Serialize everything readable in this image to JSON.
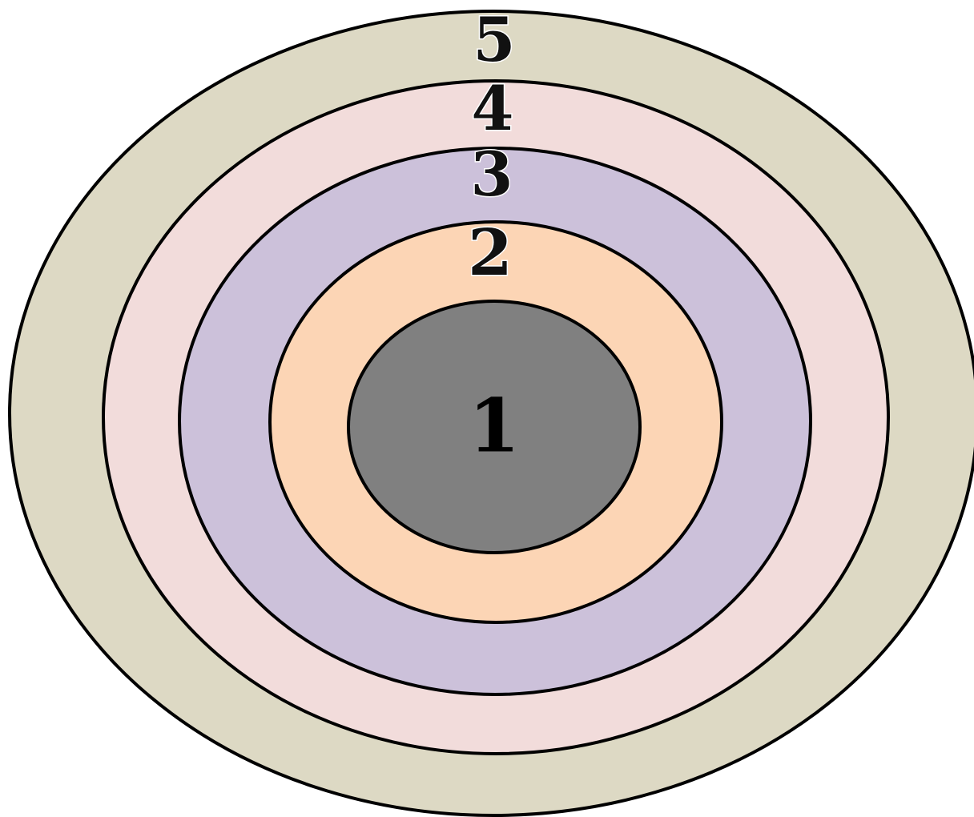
{
  "rings": [
    {
      "label": "5",
      "color": "#DDD9C4"
    },
    {
      "label": "4",
      "color": "#F2DCDB"
    },
    {
      "label": "3",
      "color": "#CCC1DA"
    },
    {
      "label": "2",
      "color": "#FCD5B5"
    },
    {
      "label": "1",
      "color": "#808080"
    }
  ],
  "outline_color": "#000000"
}
